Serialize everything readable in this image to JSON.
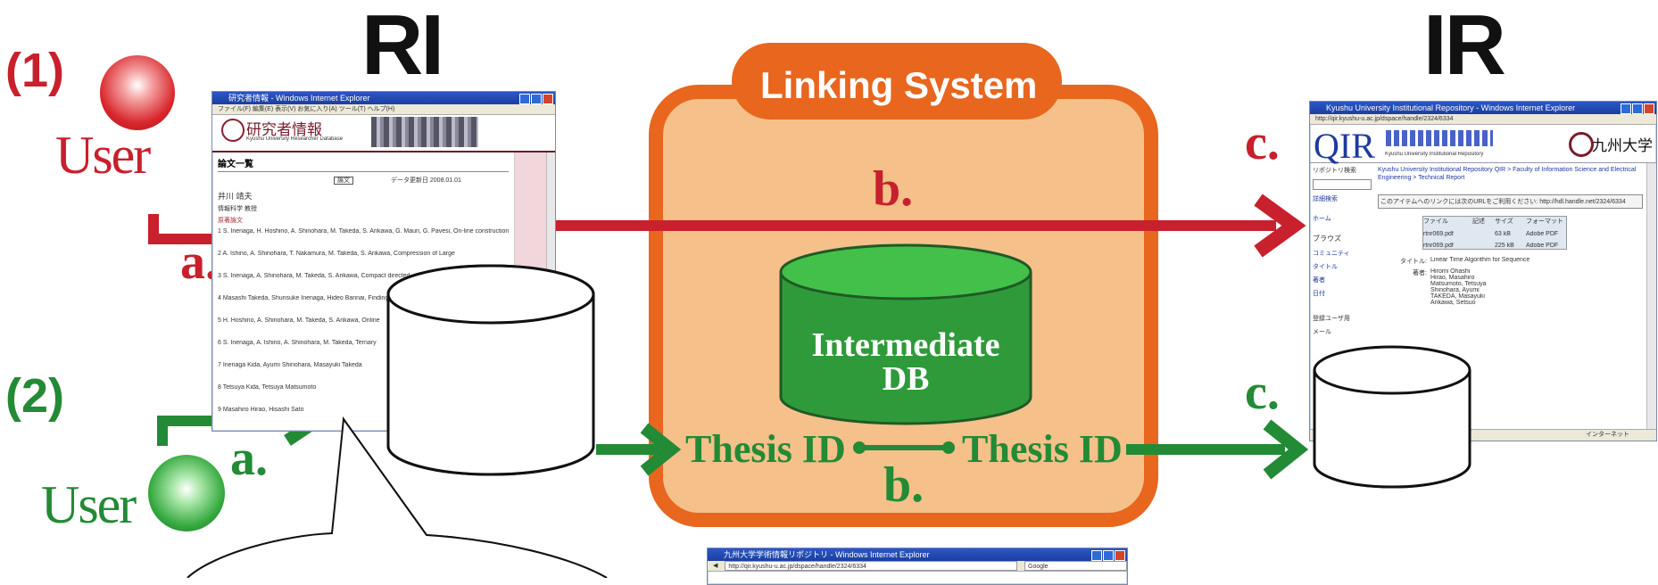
{
  "headings": {
    "ri": "RI",
    "ir": "IR"
  },
  "flow1": {
    "number": "(1)",
    "user": "User",
    "step_a": "a.",
    "step_b": "b.",
    "step_c": "c."
  },
  "flow2": {
    "number": "(2)",
    "user": "User",
    "step_a": "a.",
    "step_b": "b.",
    "step_c": "c."
  },
  "linking_system": {
    "title": "Linking System",
    "db_line1": "Intermediate",
    "db_line2": "DB",
    "thesis_left": "Thesis ID",
    "thesis_right": "Thesis ID"
  },
  "ri_window": {
    "title": "研究者情報 - Windows Internet Explorer",
    "menu": "ファイル(F)  編集(E)  表示(V)  お気に入り(A)  ツール(T)  ヘルプ(H)",
    "site_title": "研究者情報",
    "site_subtitle": "Kyushu University Researcher Database",
    "section": "論文一覧",
    "tab_label": "論文",
    "date_note": "データ更新日 2008.01.01",
    "researcher": "井川 靖夫",
    "researcher_sub": "情報科学 教授",
    "category": "原著論文",
    "entries": [
      "1 S. Inenaga, H. Hoshino, A. Shinohara, M. Takeda, S. Arikawa, G. Mauri, G. Pavesi, On-line construction",
      "2 A. Ishino, A. Shinohara, T. Nakamura, M. Takeda, S. Arikawa, Compression of Large",
      "3 S. Inenaga, A. Shinohara, M. Takeda, S. Arikawa, Compact directed",
      "4 Masashi Takeda, Shunsuke Inenaga, Hideo Bannai, Finding",
      "5 H. Hoshino, A. Shinohara, M. Takeda, S. Arikawa, Online",
      "6 S. Inenaga, A. Ishino, A. Shinohara, M. Takeda, Ternary",
      "7 Inenaga Kida, Ayumi Shinohara, Masayuki Takeda",
      "8 Tetsuya Kida, Tetsuya Matsumoto",
      "9 Masahiro Hirao, Hisashi Sato"
    ]
  },
  "ir_window": {
    "title": "Kyushu University Institutional Repository - Windows Internet Explorer",
    "url": "http://qir.kyushu-u.ac.jp/dspace/handle/2324/6334",
    "logo": "QIR",
    "logo_sub": "Kyushu University Institutional Repository",
    "university": "九州大学",
    "breadcrumb": "Kyushu University Institutional Repository QIR > Faculty of Information Science and Electrical Engineering > Technical Report",
    "notice": "このアイテムへのリンクには次のURLをご利用ください: http://hdl.handle.net/2324/6334",
    "sidebar": [
      "リポジトリ検索",
      "詳細検索",
      "ホーム",
      "ブラウズ",
      "コミュニティ",
      "タイトル",
      "著者",
      "日付",
      "登録ユーザ用",
      "メール"
    ],
    "files_header": [
      "ファイル",
      "記述",
      "サイズ",
      "フォーマット"
    ],
    "file_rows": [
      [
        "rtnr069.pdf",
        "",
        "63 kB",
        "Adobe PDF"
      ],
      [
        "rtnr069.pdf",
        "",
        "225 kB",
        "Adobe PDF"
      ]
    ],
    "meta_label_title": "タイトル:",
    "meta_title": "Linear Time Algorithm for Sequence",
    "meta_label_author": "著者:",
    "meta_authors": [
      "Hiromi Ohashi",
      "Hirao, Masahiro",
      "Matsumoto, Tetsuya",
      "Shinohara, Ayumi",
      "TAKEDA, Masayuki",
      "Arikawa, Setsuo"
    ],
    "status": "インターネット"
  },
  "bottom_window": {
    "title": "九州大学学術情報リポジトリ - Windows Internet Explorer",
    "url": "http://qir.kyushu-u.ac.jp/dspace/handle/2324/6334",
    "search": "Google"
  },
  "colors": {
    "red": "#c8202c",
    "green": "#238a35",
    "orange": "#e8661e",
    "orange_fill": "#f5c08a",
    "db_green": "#2f9a3a"
  }
}
